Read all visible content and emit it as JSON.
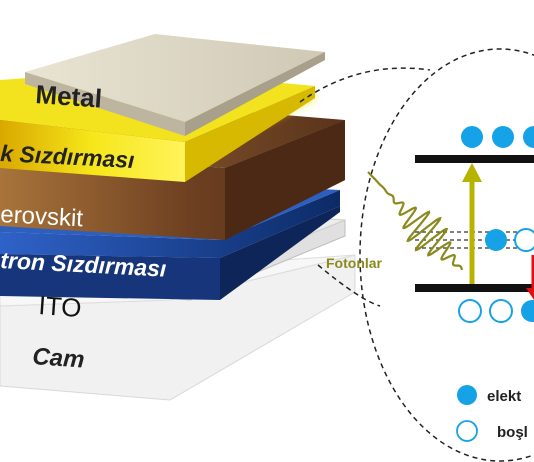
{
  "layers": {
    "metal": "Metal",
    "hole_transport": "k Sızdırması",
    "perovskite": "erovskit",
    "electron_transport": "tron Sızdırması",
    "ito": "ITO",
    "glass": "Cam"
  },
  "photon_label": "Fotonlar",
  "legend": {
    "electron": "elekt",
    "hole": "boşl"
  },
  "colors": {
    "metal": "#d6d0bf",
    "hole_transport": "#f2e400",
    "perovskite": "#6a3f22",
    "electron_transport": "#16357a",
    "ito": "#e4e4e4",
    "glass": "#efefef",
    "electron": "#15a2e6",
    "photon": "#8a8a1e",
    "arrow_up": "#b6b400",
    "arrow_down": "#e01010"
  }
}
